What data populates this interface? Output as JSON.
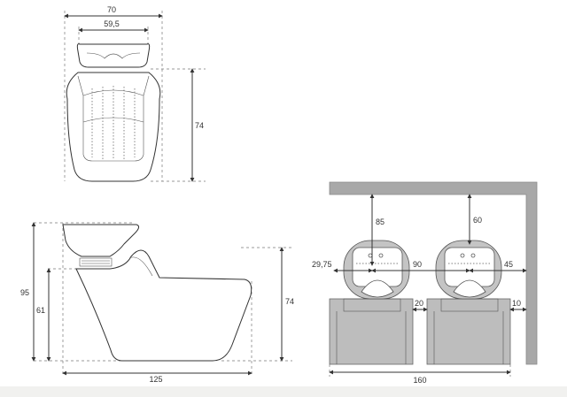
{
  "colors": {
    "line": "#333333",
    "wall_fill": "#a8a8a8",
    "unit_fill": "#bdbdbd",
    "footer_band": "#f1f1ef"
  },
  "top_view": {
    "width_total": "70",
    "width_bowl": "59,5",
    "depth": "74"
  },
  "side_view": {
    "height_total": "95",
    "height_seat": "61",
    "height_back": "74",
    "length": "125"
  },
  "plan_view": {
    "clearance_left": "85",
    "clearance_right": "60",
    "edge_left": "29,75",
    "spacing": "90",
    "edge_right": "45",
    "gap_between": "20",
    "gap_wall": "10",
    "total_length": "160"
  }
}
